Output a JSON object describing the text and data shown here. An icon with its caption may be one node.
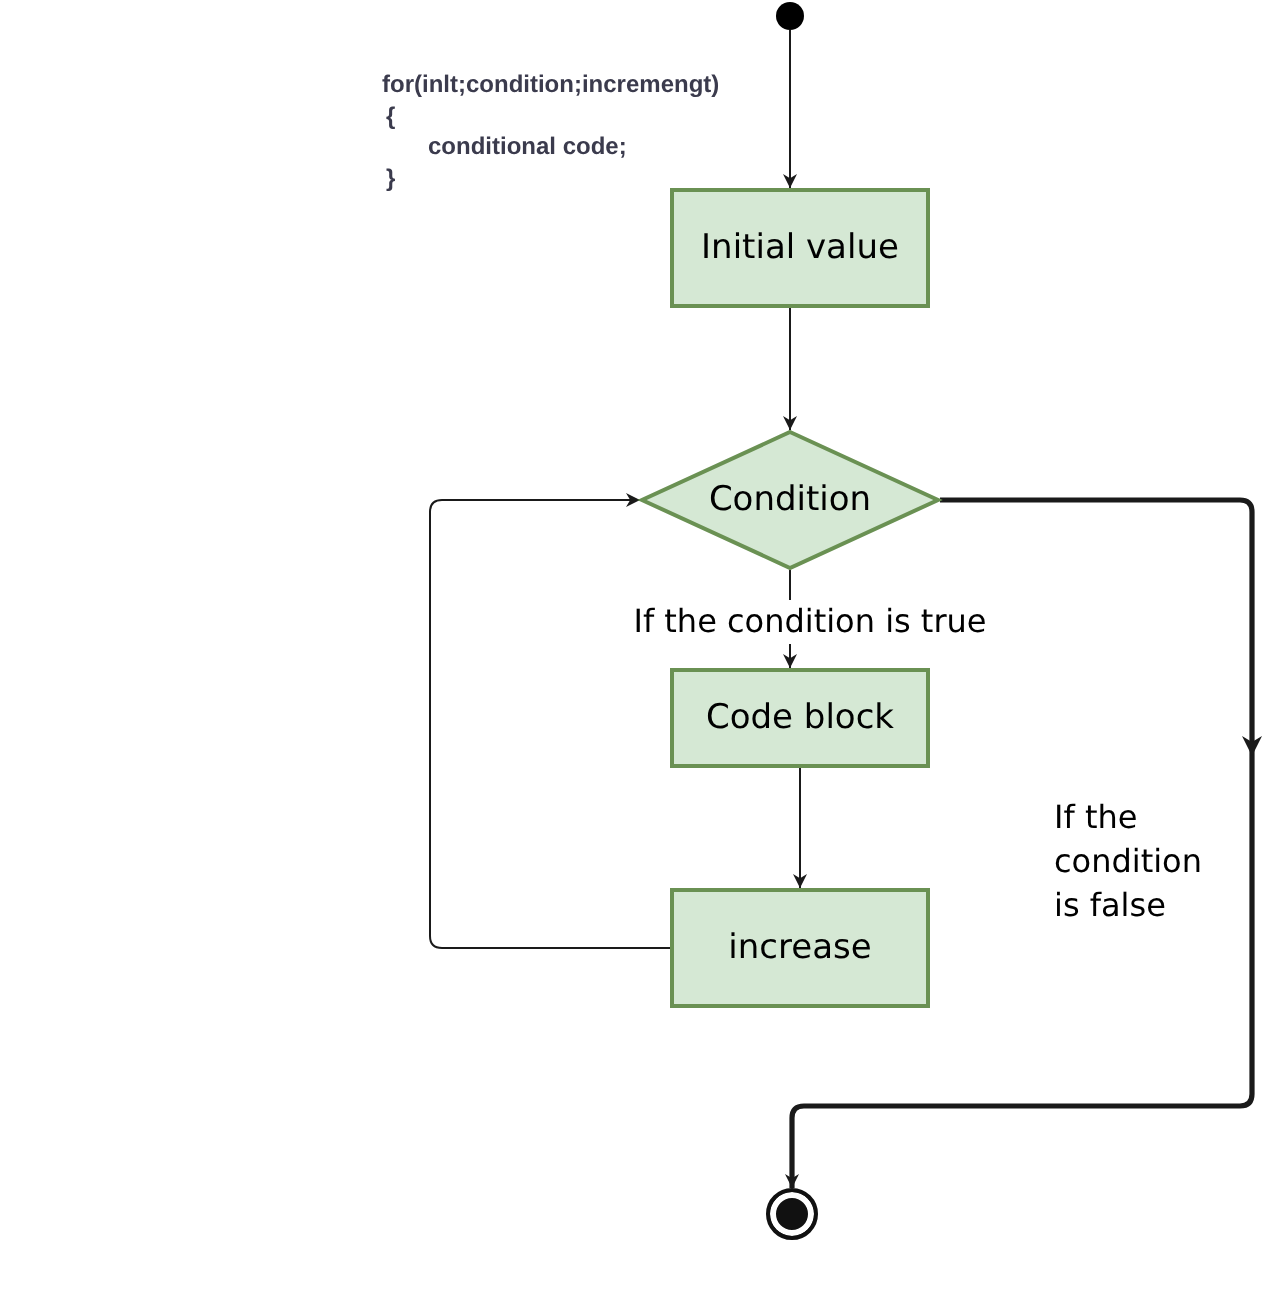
{
  "diagram": {
    "nodes": [
      {
        "text": [],
        "shape": "circle"
      },
      {
        "text": [
          "Initial value"
        ]
      },
      {
        "text": [
          "Condition"
        ]
      },
      {
        "text": [
          "Code block"
        ]
      },
      {
        "text": [
          "increase"
        ]
      },
      {
        "text": [],
        "shape": "circle"
      }
    ],
    "edges": [
      {
        "from": 0,
        "to": 1,
        "arrow": "to"
      },
      {
        "from": 1,
        "to": 2,
        "arrow": "to"
      },
      {
        "from": 2,
        "to": 3,
        "arrow": "to",
        "label": "If the condition is true"
      },
      {
        "from": 3,
        "to": 4,
        "arrow": "to"
      },
      {
        "from": 4,
        "to": 2,
        "arrow": "to"
      },
      {
        "from": 2,
        "to": 5,
        "arrow": "to",
        "label": "If the condition is false",
        "style": "thick"
      }
    ],
    "labels": [
      "for(inlt;condition;incremengt)",
      "{",
      "conditional code;",
      "}"
    ]
  }
}
